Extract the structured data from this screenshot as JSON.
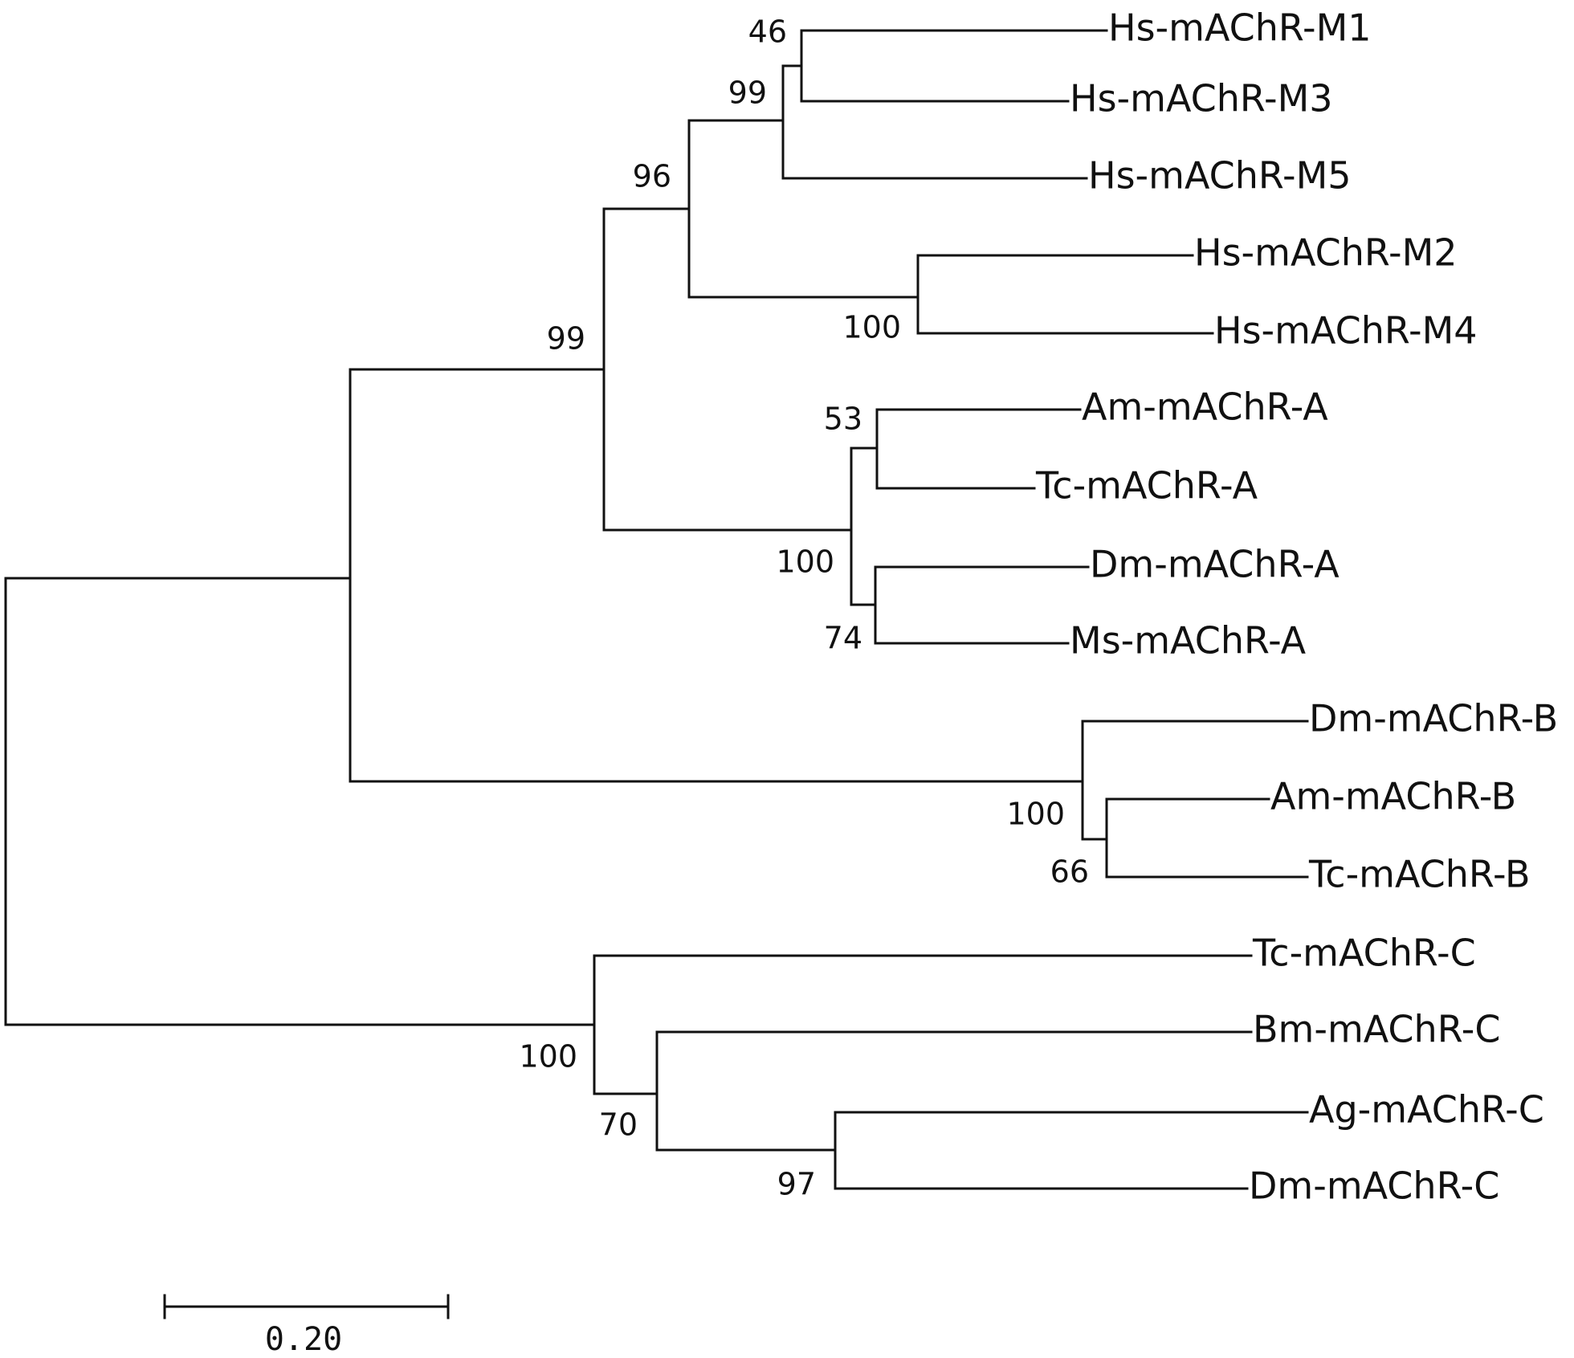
{
  "tree": {
    "leaves": [
      "Hs-mAChR-M1",
      "Hs-mAChR-M3",
      "Hs-mAChR-M5",
      "Hs-mAChR-M2",
      "Hs-mAChR-M4",
      "Am-mAChR-A",
      "Tc-mAChR-A",
      "Dm-mAChR-A",
      "Ms-mAChR-A",
      "Dm-mAChR-B",
      "Am-mAChR-B",
      "Tc-mAChR-B",
      "Tc-mAChR-C",
      "Bm-mAChR-C",
      "Ag-mAChR-C",
      "Dm-mAChR-C"
    ],
    "bootstrap_values": {
      "m1_m3": "46",
      "m1_m3_m5": "99",
      "m135_m24": "96",
      "vertebrate_insectA": "99",
      "m2_m4": "100",
      "am_tc_A": "53",
      "insect_A": "100",
      "dm_ms_A": "74",
      "insect_B": "100",
      "am_tc_B": "66",
      "insect_C": "100",
      "bm_ag_dm_C": "70",
      "ag_dm_C": "97"
    },
    "scale_bar": {
      "label": "0.20",
      "length": 0.2
    }
  }
}
